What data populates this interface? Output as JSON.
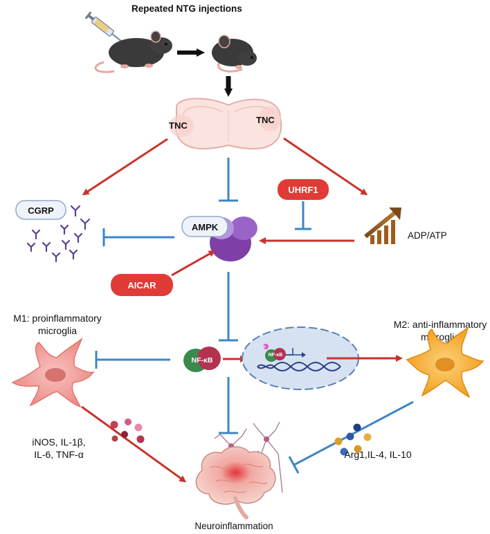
{
  "title": "Repeated NTG injections",
  "nodes": {
    "tnc_left": "TNC",
    "tnc_right": "TNC",
    "cgrp": "CGRP",
    "ampk": "AMPK",
    "uhrf1": "UHRF1",
    "adp_atp": "ADP/ATP",
    "aicar": "AICAR",
    "nfkb": "NF-κB",
    "nfkb_nucleus": "NF-κB",
    "phospho": "P"
  },
  "m1": {
    "line1": "M1: proinflammatory",
    "line2": "microglia"
  },
  "m2": {
    "line1": "M2: anti-inflammatory",
    "line2": "microglia"
  },
  "m1_cytokines": {
    "line1": "iNOS, IL-1β,",
    "line2": "IL-6, TNF-α"
  },
  "m2_cytokines": "Arg1,IL-4, IL-10",
  "outcome": "Neuroinflammation",
  "colors": {
    "activation": "#c8322b",
    "inhibition": "#3d85c6",
    "flow": "#111111",
    "label_red": "#e03b36",
    "m1_cell": "#f4a3a0",
    "m2_cell": "#f8b23a",
    "ampk_purple": "#7e3fa6",
    "nfkb_green": "#3a8a4e",
    "nfkb_red": "#b23350"
  },
  "icons": [
    "syringe-icon",
    "mouse-icon",
    "bar-chart-arrow-icon",
    "antibody-icon",
    "microglia-icon",
    "nucleus-dna-icon",
    "brain-icon",
    "neuron-icon"
  ]
}
